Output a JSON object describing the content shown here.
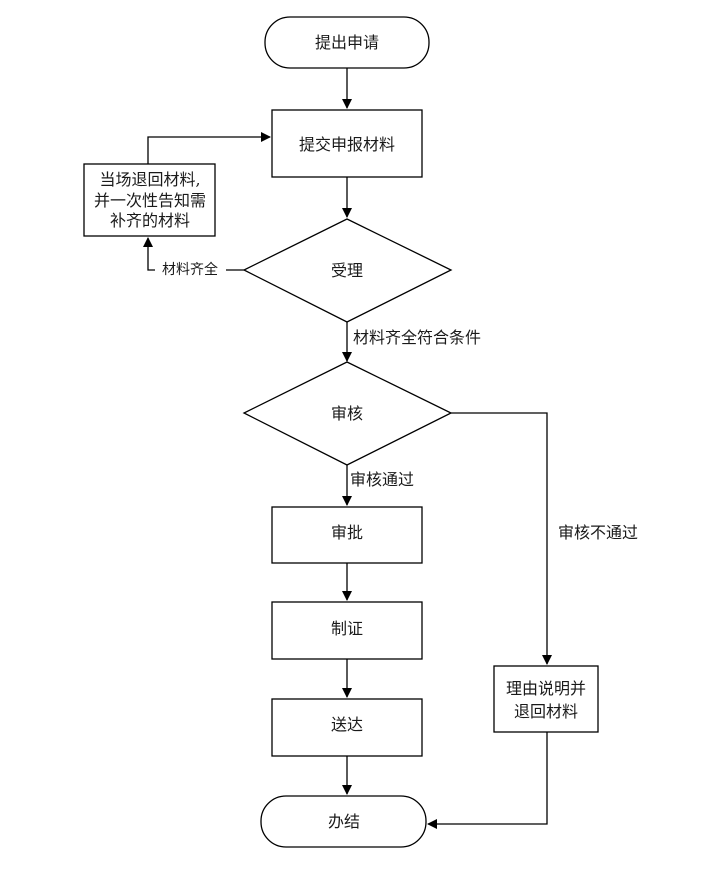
{
  "flowchart": {
    "nodes": {
      "start": "提出申请",
      "submit": "提交申报材料",
      "accept": "受理",
      "review": "审核",
      "approve": "审批",
      "certify": "制证",
      "deliver": "送达",
      "end": "办结",
      "return_materials": [
        "当场退回材料,",
        "并一次性告知需",
        "补齐的材料"
      ],
      "reject_reason": [
        "理由说明并",
        "退回材料"
      ]
    },
    "edges": {
      "materials_complete_left": "材料齐全",
      "materials_complete_conditions": "材料齐全符合条件",
      "review_passed": "审核通过",
      "review_failed": "审核不通过"
    }
  }
}
